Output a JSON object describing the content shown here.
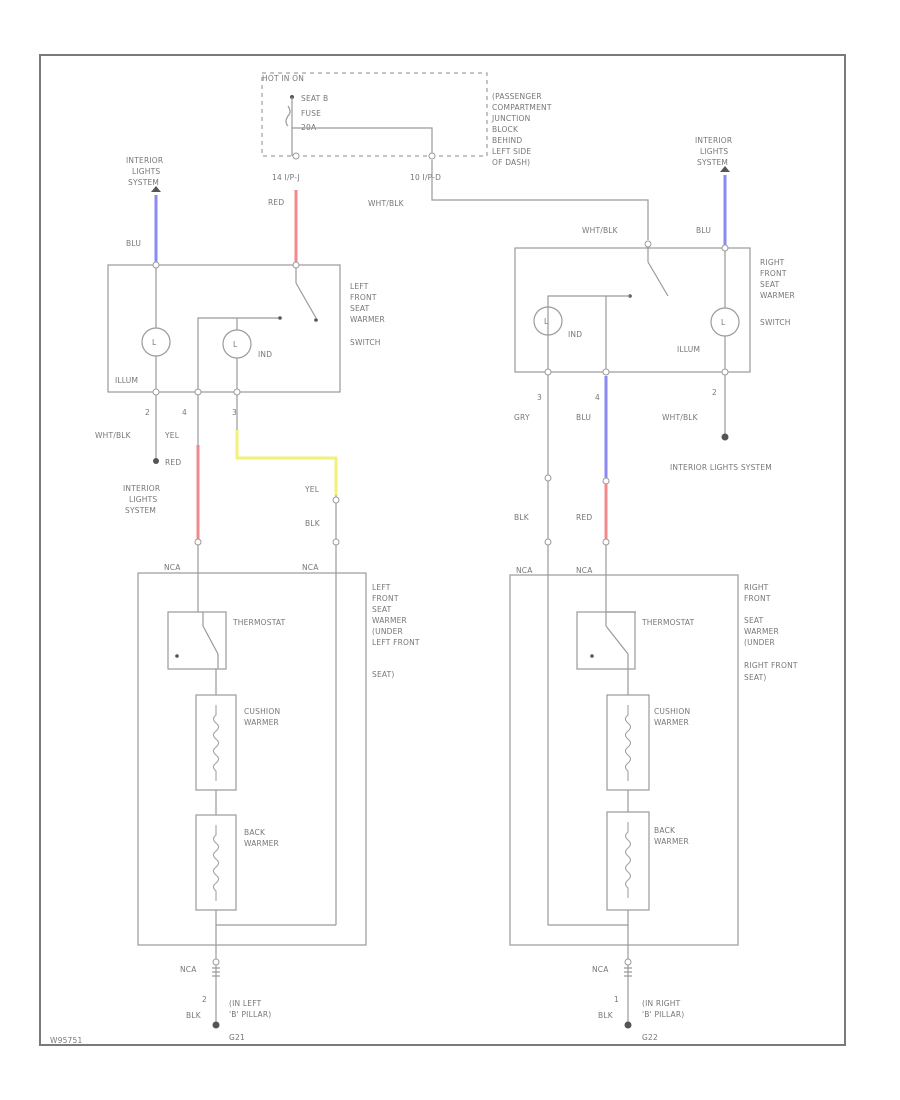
{
  "diagram_code": "W95751",
  "fuse_box": {
    "header": "HOT IN ON",
    "fuse_lines": [
      "SEAT B",
      "FUSE",
      "20A"
    ],
    "block_lines": [
      "(PASSENGER",
      "COMPARTMENT",
      "JUNCTION",
      "BLOCK",
      "BEHIND",
      "LEFT SIDE",
      "OF DASH)"
    ],
    "conn_left": "14   I/P-J",
    "conn_right": "10   I/P-D"
  },
  "left_switch": {
    "label_lines": [
      "LEFT",
      "FRONT",
      "SEAT",
      "WARMER",
      "SWITCH"
    ],
    "illum": "ILLUM",
    "ind": "IND",
    "pins": [
      "2",
      "4",
      "3"
    ],
    "interior_top": [
      "INTERIOR",
      "LIGHTS",
      "SYSTEM"
    ],
    "interior_bottom": [
      "INTERIOR",
      "LIGHTS",
      "SYSTEM"
    ],
    "wire_blu": "BLU",
    "wire_red": "RED",
    "wire_wht_blk": "WHT/BLK",
    "wire_yel_top": "YEL",
    "wire_yel": "YEL",
    "wire_blk": "BLK",
    "wire_red_lower": "RED"
  },
  "right_switch": {
    "label_lines": [
      "RIGHT",
      "FRONT",
      "SEAT",
      "WARMER",
      "SWITCH"
    ],
    "illum": "ILLUM",
    "ind": "IND",
    "pins": [
      "3",
      "4",
      "2"
    ],
    "interior_top": [
      "INTERIOR",
      "LIGHTS",
      "SYSTEM"
    ],
    "interior_bottom": "INTERIOR LIGHTS SYSTEM",
    "wire_blu": "BLU",
    "wire_wht_blk": "WHT/BLK",
    "wire_wht_blk_top": "WHT/BLK",
    "wire_wht_blk_low": "WHT/BLK",
    "wire_gry": "GRY",
    "wire_blu_low": "BLU",
    "wire_blk": "BLK",
    "wire_red": "RED"
  },
  "left_heater": {
    "nca_left": "NCA",
    "nca_right": "NCA",
    "thermostat": "THERMOSTAT",
    "cushion": [
      "CUSHION",
      "WARMER"
    ],
    "back": [
      "BACK",
      "WARMER"
    ],
    "label_lines": [
      "LEFT",
      "FRONT",
      "SEAT",
      "WARMER",
      "(UNDER",
      "LEFT FRONT",
      "SEAT)"
    ],
    "ground_conn": "NCA",
    "ground_pin": "2",
    "ground_wire": "BLK",
    "ground_label": [
      "(IN LEFT",
      "'B' PILLAR)",
      "G21"
    ]
  },
  "right_heater": {
    "nca_left": "NCA",
    "nca_right": "NCA",
    "thermostat": "THERMOSTAT",
    "cushion": [
      "CUSHION",
      "WARMER"
    ],
    "back": [
      "BACK",
      "WARMER"
    ],
    "label_lines": [
      "RIGHT",
      "FRONT",
      "SEAT",
      "WARMER",
      "(UNDER",
      "RIGHT FRONT",
      "SEAT)"
    ],
    "ground_conn": "NCA",
    "ground_pin": "1",
    "ground_wire": "BLK",
    "ground_label": [
      "(IN RIGHT",
      "'B' PILLAR)",
      "G22"
    ]
  }
}
